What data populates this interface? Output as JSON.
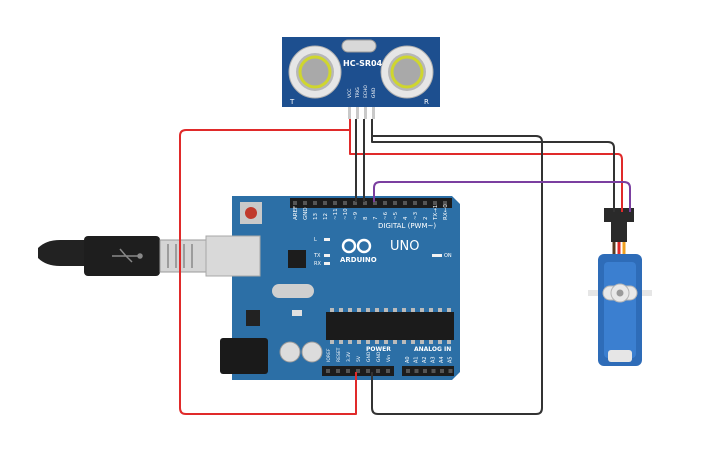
{
  "sensor": {
    "model_label": "HC-SR04",
    "pin_labels": [
      "VCC",
      "TRIG",
      "ECHO",
      "GND"
    ],
    "left_marker": "T",
    "right_marker": "R"
  },
  "arduino": {
    "brand": "ARDUINO",
    "model": "UNO",
    "digital_header_label": "DIGITAL (PWM~)",
    "power_label": "POWER",
    "analog_label": "ANALOG IN",
    "on_label": "ON",
    "led_labels": [
      "L",
      "TX",
      "RX"
    ],
    "digital_pins": [
      "AREF",
      "GND",
      "13",
      "12",
      "~11",
      "~10",
      "~9",
      "8",
      "7",
      "~6",
      "~5",
      "4",
      "~3",
      "2",
      "TX→1",
      "RX←0"
    ],
    "power_pins": [
      "IOREF",
      "RESET",
      "3.3V",
      "5V",
      "GND",
      "GND",
      "Vin"
    ],
    "analog_pins": [
      "A0",
      "A1",
      "A2",
      "A3",
      "A4",
      "A5"
    ]
  },
  "colors": {
    "board": "#2c6fa6",
    "sensor_board": "#1d4f8f",
    "wire_red": "#e02a2a",
    "wire_black": "#333333",
    "wire_purple": "#7b3fa0",
    "servo_body": "#2e6cb8"
  }
}
